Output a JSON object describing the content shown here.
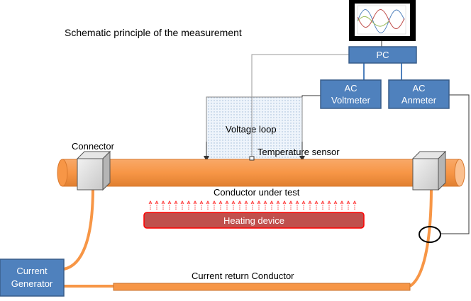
{
  "title": "Schematic principle of the measurement",
  "labels": {
    "pc": "PC",
    "voltmeter_line1": "AC",
    "voltmeter_line2": "Voltmeter",
    "ammeter_line1": "AC",
    "ammeter_line2": "Anmeter",
    "voltage_loop": "Voltage loop",
    "temperature_sensor": "Temperature sensor",
    "connector": "Connector",
    "conductor_under_test": "Conductor under test",
    "heating_device": "Heating device",
    "current_generator_line1": "Current",
    "current_generator_line2": "Generator",
    "current_return": "Current return Conductor"
  },
  "colors": {
    "box_fill": "#4F81BD",
    "box_stroke": "#385D8A",
    "conductor": "#F79646",
    "heater_fill": "#C0504D",
    "heater_stroke": "#FF0000",
    "arrows": "#FF0000"
  },
  "icons": {
    "monitor": "monitor-icon",
    "connector": "connector-block-icon",
    "current_clamp": "current-clamp-icon"
  }
}
